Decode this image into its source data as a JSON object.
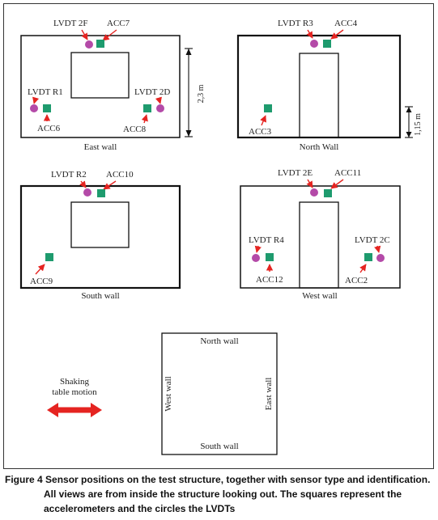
{
  "colors": {
    "accelerometer": "#1e9b6e",
    "lvdt": "#b44aa8",
    "arrow": "#e52421",
    "wall": "#111111"
  },
  "icons": {
    "accelerometer": "green-square",
    "lvdt": "purple-circle",
    "motion": "red-double-arrow"
  },
  "panels": {
    "east": {
      "caption": "East wall",
      "dimension": "2,3 m",
      "labels": {
        "lvdt_2f": "LVDT 2F",
        "acc7": "ACC7",
        "lvdt_r1": "LVDT R1",
        "lvdt_2d": "LVDT 2D",
        "acc6": "ACC6",
        "acc8": "ACC8"
      }
    },
    "north": {
      "caption": "North Wall",
      "dimension": "1,15 m",
      "labels": {
        "lvdt_r3": "LVDT R3",
        "acc4": "ACC4",
        "acc3": "ACC3"
      }
    },
    "south": {
      "caption": "South wall",
      "labels": {
        "lvdt_r2": "LVDT R2",
        "acc10": "ACC10",
        "acc9": "ACC9"
      }
    },
    "west": {
      "caption": "West wall",
      "labels": {
        "lvdt_2e": "LVDT 2E",
        "acc11": "ACC11",
        "lvdt_r4": "LVDT R4",
        "lvdt_2c": "LVDT 2C",
        "acc12": "ACC12",
        "acc2": "ACC2"
      }
    }
  },
  "plan": {
    "north": "North wall",
    "south": "South wall",
    "west": "West wall",
    "east": "East wall"
  },
  "motion": {
    "line1": "Shaking",
    "line2": "table motion"
  },
  "caption": {
    "label": "Figure 4",
    "line1": " Sensor positions on the test structure, together with sensor type and identification.",
    "line2": "All views are from inside the structure looking out. The squares represent the",
    "line3": "accelerometers and the circles the LVDTs"
  }
}
